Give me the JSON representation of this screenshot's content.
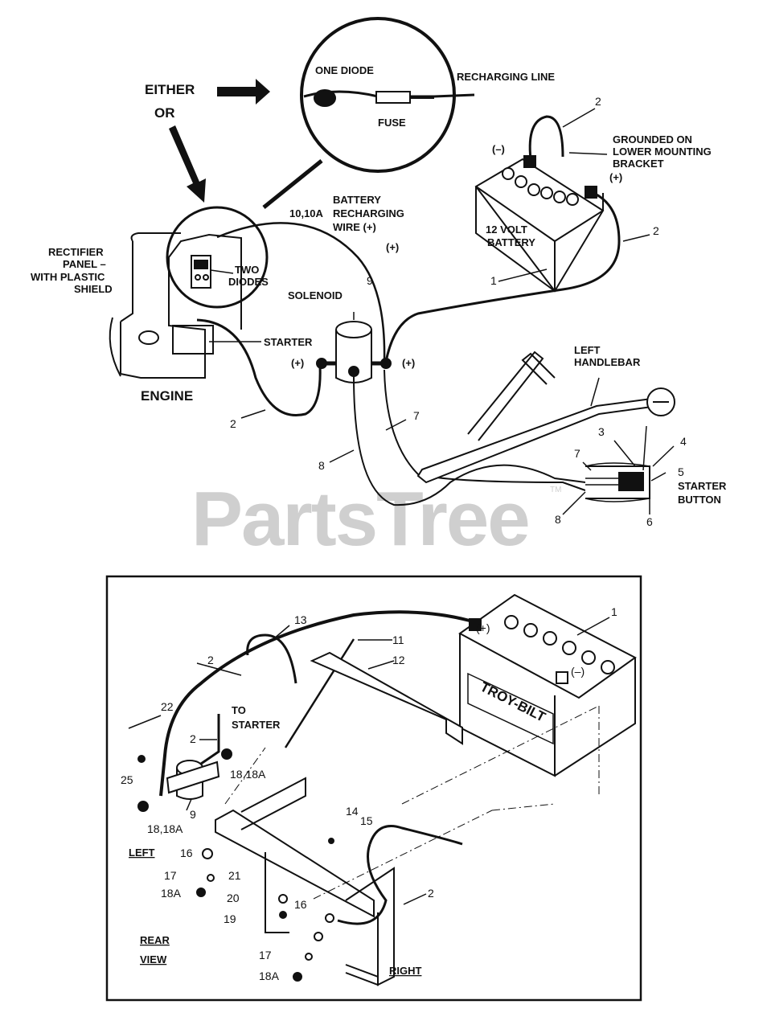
{
  "top_diagram": {
    "either": "EITHER",
    "or": "OR",
    "one_diode": "ONE DIODE",
    "recharging_line": "RECHARGING LINE",
    "fuse": "FUSE",
    "grounded_l1": "GROUNDED ON",
    "grounded_l2": "LOWER MOUNTING",
    "grounded_l3": "BRACKET",
    "neg": "(–)",
    "pos": "(+)",
    "battery_l1": "12 VOLT",
    "battery_l2": "BATTERY",
    "bat_recharge_l0": "10,10A",
    "bat_recharge_l1": "BATTERY",
    "bat_recharge_l2": "RECHARGING",
    "bat_recharge_l3": "WIRE (+)",
    "rectifier_l1": "RECTIFIER",
    "rectifier_l2": "PANEL –",
    "rectifier_l3": "WITH PLASTIC",
    "rectifier_l4": "SHIELD",
    "two_l1": "TWO",
    "two_l2": "DIODES",
    "solenoid": "SOLENOID",
    "starter": "STARTER",
    "engine": "ENGINE",
    "left_handlebar_l1": "LEFT",
    "left_handlebar_l2": "HANDLEBAR",
    "starter_button_l1": "STARTER",
    "starter_button_l2": "BUTTON",
    "n1": "1",
    "n2": "2",
    "n3": "3",
    "n4": "4",
    "n5": "5",
    "n6": "6",
    "n7": "7",
    "n8": "8",
    "n9": "9"
  },
  "watermark": {
    "text": "PartsTree",
    "tm": "TM"
  },
  "rear_view": {
    "to_starter_l1": "TO",
    "to_starter_l2": "STARTER",
    "left": "LEFT",
    "right": "RIGHT",
    "rear_l1": "REAR",
    "rear_l2": "VIEW",
    "battery_brand": "TROY-BILT",
    "pos": "(+)",
    "neg": "(–)",
    "n1": "1",
    "n2": "2",
    "n9": "9",
    "n11": "11",
    "n12": "12",
    "n13": "13",
    "n14": "14",
    "n15": "15",
    "n16": "16",
    "n17": "17",
    "n18a": "18A",
    "n18_18a": "18,18A",
    "n19": "19",
    "n20": "20",
    "n21": "21",
    "n22": "22",
    "n25": "25"
  }
}
